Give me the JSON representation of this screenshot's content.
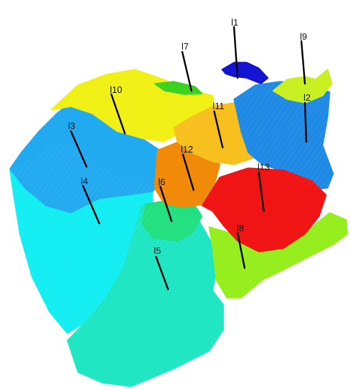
{
  "figure": {
    "labels": [
      "l1",
      "l2",
      "l3",
      "l4",
      "l5",
      "l6",
      "l7",
      "l8",
      "l9",
      "l10",
      "l11",
      "l12",
      "l13"
    ],
    "region_colors": {
      "l1": "#1414d2",
      "l2": "#1e8ae6",
      "l3": "#22aaf0",
      "l4": "#12eef2",
      "l5": "#1ee6c2",
      "l6": "#22e080",
      "l7": "#3ad21e",
      "l8": "#96ee1e",
      "l9": "#c8f020",
      "l10": "#f0f014",
      "l11": "#f8c01e",
      "l12": "#f08a08",
      "l13": "#f01414"
    }
  }
}
